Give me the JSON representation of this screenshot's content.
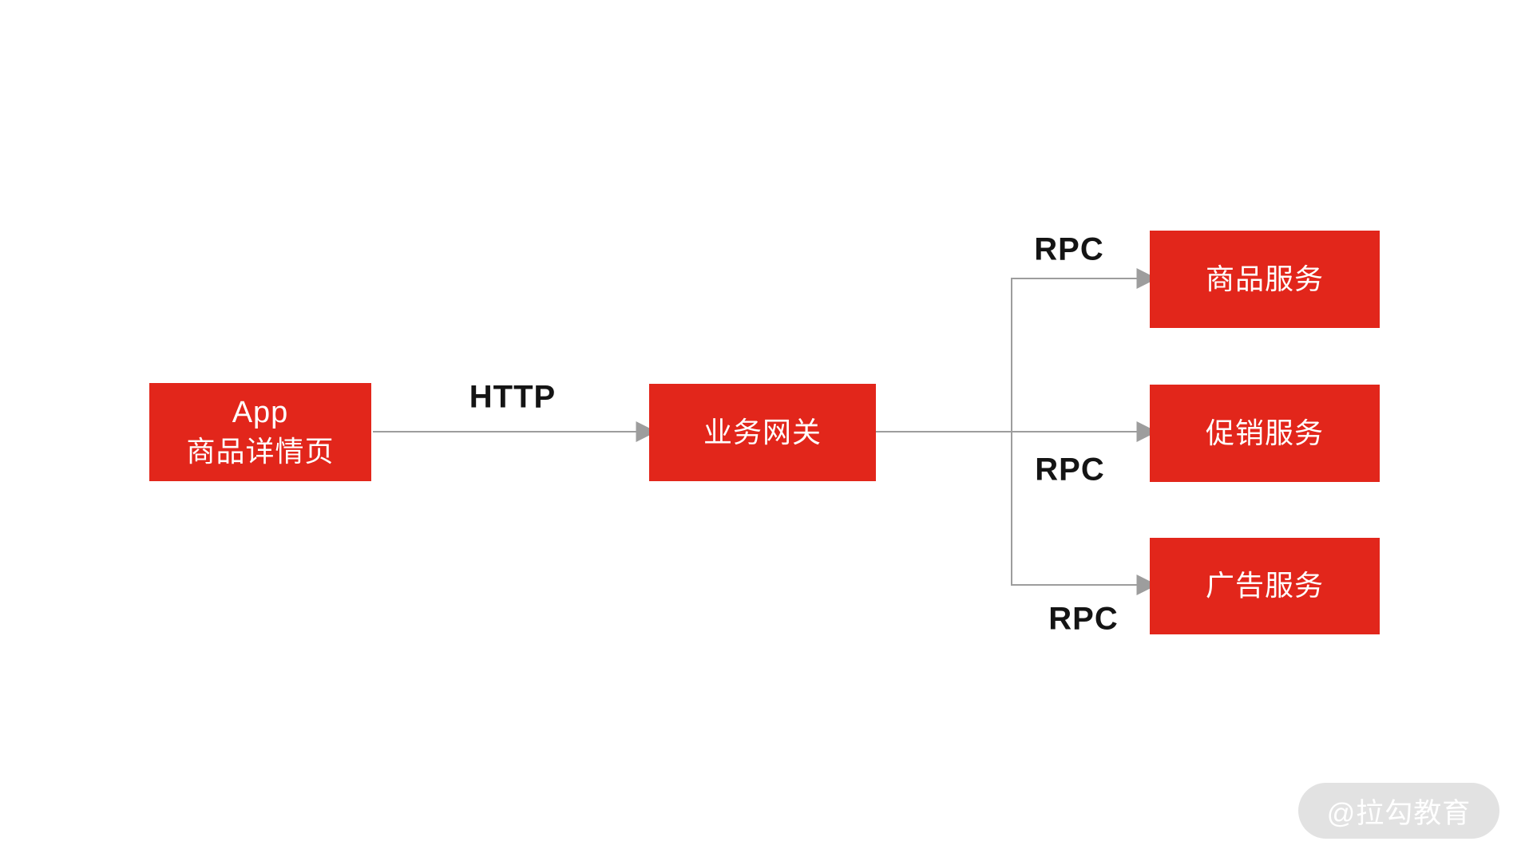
{
  "diagram": {
    "nodes": {
      "app": {
        "line1": "App",
        "line2": "商品详情页"
      },
      "gateway": {
        "label": "业务网关"
      },
      "product_service": {
        "label": "商品服务"
      },
      "promotion_service": {
        "label": "促销服务"
      },
      "ad_service": {
        "label": "广告服务"
      }
    },
    "edge_labels": {
      "http": "HTTP",
      "rpc_top": "RPC",
      "rpc_middle": "RPC",
      "rpc_bottom": "RPC"
    },
    "colors": {
      "node_fill": "#e2261b",
      "node_text": "#ffffff",
      "connector": "#9d9d9d",
      "edge_label_text": "#141414",
      "watermark_bg": "#e2e2e2",
      "watermark_text": "#ffffff",
      "background": "#ffffff"
    },
    "watermark": "@拉勾教育"
  }
}
